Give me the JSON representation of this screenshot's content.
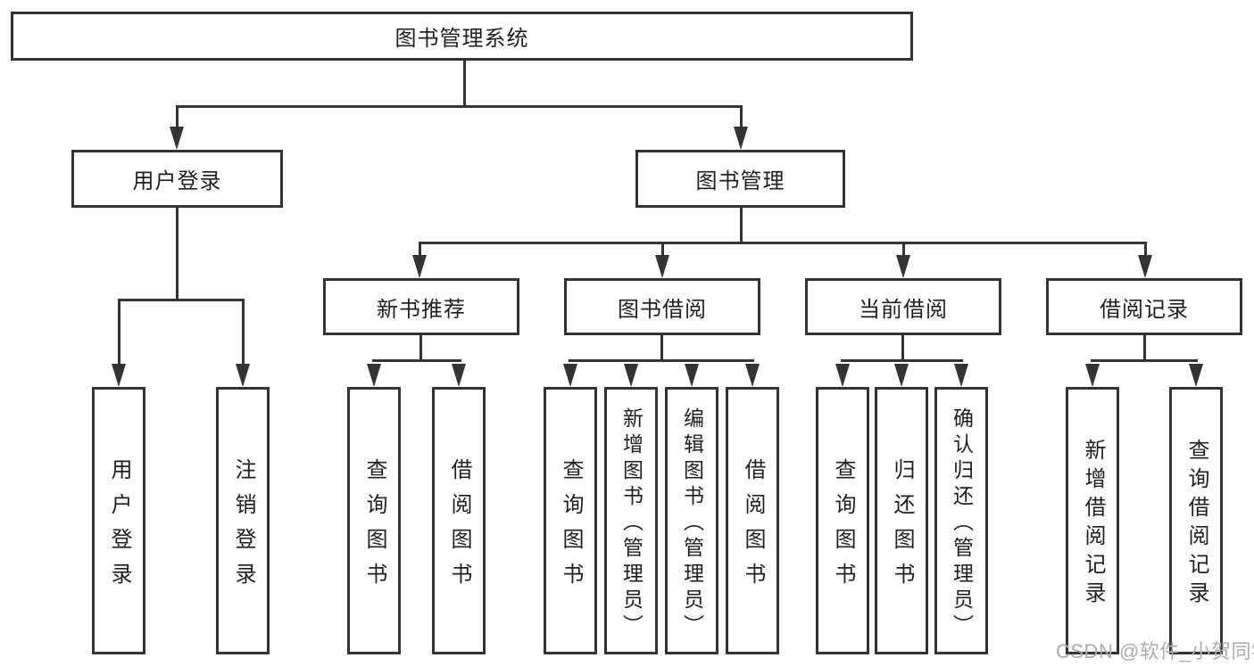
{
  "tree": {
    "root": {
      "label": "图书管理系统",
      "children": [
        {
          "label": "用户登录",
          "children": [
            {
              "label": "用户登录"
            },
            {
              "label": "注销登录"
            }
          ]
        },
        {
          "label": "图书管理",
          "children": [
            {
              "label": "新书推荐",
              "children": [
                {
                  "label": "查询图书"
                },
                {
                  "label": "借阅图书"
                }
              ]
            },
            {
              "label": "图书借阅",
              "children": [
                {
                  "label": "查询图书"
                },
                {
                  "label": "新增图书（管理员）"
                },
                {
                  "label": "编辑图书（管理员）"
                },
                {
                  "label": "借阅图书"
                }
              ]
            },
            {
              "label": "当前借阅",
              "children": [
                {
                  "label": "查询图书"
                },
                {
                  "label": "归还图书"
                },
                {
                  "label": "确认归还（管理员）"
                }
              ]
            },
            {
              "label": "借阅记录",
              "children": [
                {
                  "label": "新增借阅记录"
                },
                {
                  "label": "查询借阅记录"
                }
              ]
            }
          ]
        }
      ]
    }
  },
  "watermark": {
    "text": "CSDN @软件_小贺同学"
  },
  "colors": {
    "line": "#333333",
    "text": "#1f1f1f",
    "watermark": "#ababab",
    "background": "#ffffff"
  }
}
